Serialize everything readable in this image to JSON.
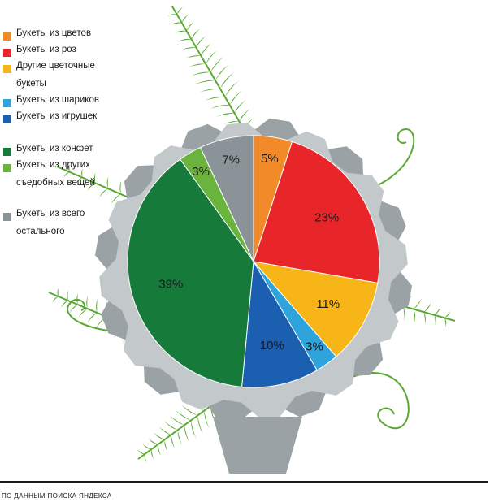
{
  "chart_data": {
    "type": "pie",
    "title": "",
    "unit": "%",
    "series": [
      {
        "name": "Букеты из цветов",
        "value": 5,
        "label": "5%",
        "color": "#f28a2a"
      },
      {
        "name": "Букеты из роз",
        "value": 23,
        "label": "23%",
        "color": "#e8262a"
      },
      {
        "name": "Другие цветочные букеты",
        "value": 11,
        "label": "11%",
        "color": "#f7b518"
      },
      {
        "name": "Букеты из шариков",
        "value": 3,
        "label": "3%",
        "color": "#2fa4dc"
      },
      {
        "name": "Букеты из игрушек",
        "value": 10,
        "label": "10%",
        "color": "#1a5fb0"
      },
      {
        "name": "Букеты из конфет",
        "value": 39,
        "label": "39%",
        "color": "#157a3a"
      },
      {
        "name": "Букеты из других съедобных вещей",
        "value": 3,
        "label": "3%",
        "color": "#6ab43e"
      },
      {
        "name": "Букеты из всего остального",
        "value": 7,
        "label": "7%",
        "color": "#8a9498"
      }
    ]
  },
  "legend": {
    "items": [
      {
        "lines": [
          "Букеты из цветов"
        ],
        "color": "#f28a2a"
      },
      {
        "lines": [
          "Букеты из роз"
        ],
        "color": "#e8262a"
      },
      {
        "lines": [
          "Другие цветочные букеты"
        ],
        "color": "#f7b518"
      },
      {
        "lines": [
          "Букеты из шариков"
        ],
        "color": "#2fa4dc"
      },
      {
        "lines": [
          "Букеты из игрушек"
        ],
        "color": "#1a5fb0"
      },
      {
        "lines": [
          "Букеты из конфет"
        ],
        "color": "#157a3a"
      },
      {
        "lines": [
          "Букеты из других",
          "съедобных вещей"
        ],
        "color": "#6ab43e"
      },
      {
        "lines": [
          "Букеты из всего",
          "остального"
        ],
        "color": "#8a9498"
      }
    ]
  },
  "source_note": "ПО ДАННЫМ ПОИСКА ЯНДЕКСА",
  "colors": {
    "fern": "#5aa832",
    "wrapper": "#c3c9cb",
    "wrapper_dark": "#9aa2a5"
  }
}
